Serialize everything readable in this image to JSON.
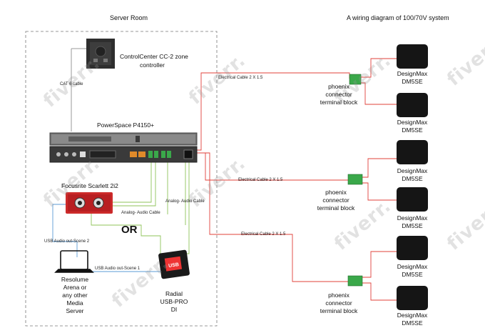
{
  "titles": {
    "server_room": "Server Room",
    "wiring": "A wiring diagram of 100/70V system"
  },
  "devices": {
    "controlcenter": [
      "ControlCenter CC-2 zone",
      "controller"
    ],
    "powerspace": "PowerSpace P4150+",
    "focusrite": "Focusrite Scarlett 2i2",
    "or": "OR",
    "resolume": [
      "Resolume",
      "Arena or",
      "any other",
      "Media",
      "Server"
    ],
    "radial": [
      "Radial",
      "USB-PRO",
      "DI"
    ],
    "phoenix": [
      "phoenix",
      "connector",
      "terminal block"
    ],
    "speaker": [
      "DesignMax",
      "DM5SE"
    ]
  },
  "cables": {
    "cat6": "CAT 6 cable",
    "electrical": "Electrical Cable 2 X 1.5",
    "analog": "Analog- Audio Cable",
    "usb2": "USB Audio out-Scene 2",
    "usb1": "USB Audio out-Scene 1"
  },
  "watermark": "fiverr.",
  "colors": {
    "red_wire": "#e0403a",
    "green_wire": "#8fc35a",
    "grey_wire": "#999999",
    "blue_wire": "#5b9bd5",
    "terminal_green": "#3aa84a"
  }
}
